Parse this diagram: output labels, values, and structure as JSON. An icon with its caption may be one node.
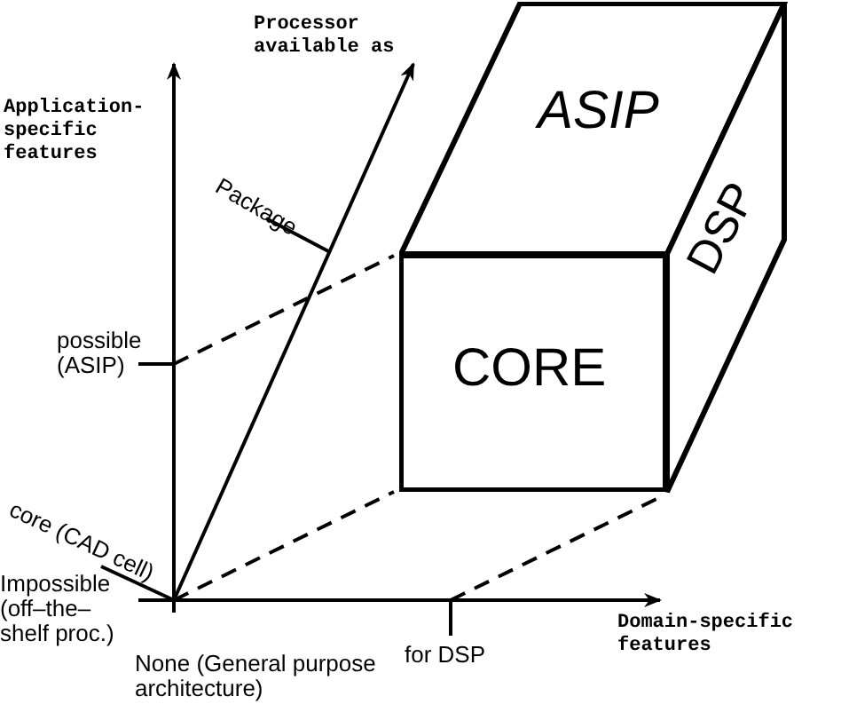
{
  "diagram": {
    "nodes": [
      {
        "text": [
          "CORE"
        ]
      },
      {
        "text": [
          "ASIP"
        ]
      },
      {
        "text": [
          "DSP"
        ]
      }
    ],
    "labels": [
      "Processor available as",
      "Application-specific features",
      "Package",
      "possible (ASIP)",
      "core (CAD cell)",
      "Impossible (off–the–shelf proc.)",
      "None (General purpose architecture)",
      "for DSP",
      "Domain-specific features"
    ]
  }
}
